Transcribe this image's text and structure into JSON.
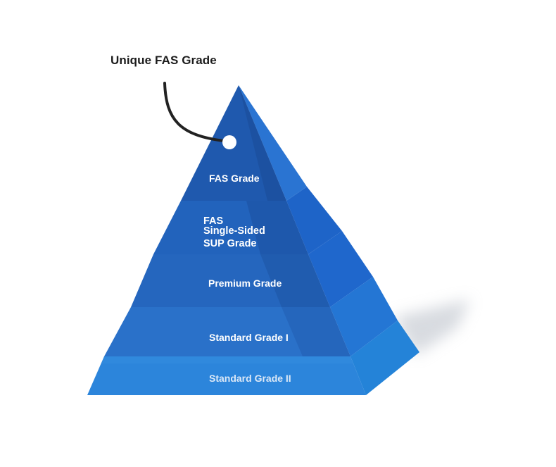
{
  "callout": {
    "title": "Unique FAS Grade"
  },
  "tiers": [
    {
      "label": "FAS Grade"
    },
    {
      "lines": [
        "FAS",
        "Single-Sided",
        "SUP Grade"
      ]
    },
    {
      "label": "Premium Grade"
    },
    {
      "label": "Standard Grade I"
    },
    {
      "label": "Standard Grade II"
    }
  ],
  "colors": {
    "front_top": "#2260b4",
    "front_mid": "#2f76cf",
    "front_bottom": "#2e86dc",
    "side_dark": "#1f60c4",
    "side_light": "#2c86dc",
    "callout_line": "#222222",
    "marker": "#ffffff"
  }
}
